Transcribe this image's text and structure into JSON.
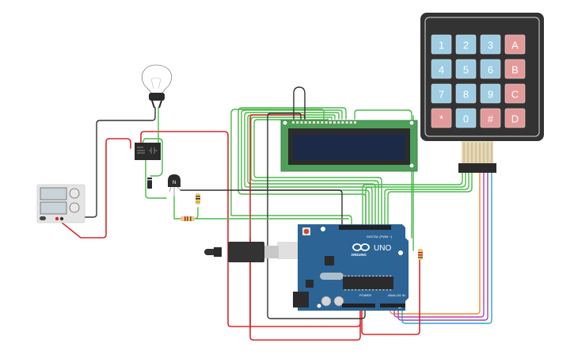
{
  "canvas": {
    "background": "#ffffff"
  },
  "components": {
    "keypad": {
      "type": "4x4 membrane keypad",
      "keys": [
        [
          "1",
          "2",
          "3",
          "A"
        ],
        [
          "4",
          "5",
          "6",
          "B"
        ],
        [
          "7",
          "8",
          "9",
          "C"
        ],
        [
          "*",
          "0",
          "#",
          "D"
        ]
      ],
      "colors": {
        "body": "#333333",
        "digit_key": "#9fcde3",
        "letter_key": "#e39a9a"
      }
    },
    "lcd": {
      "type": "16x2 LCD",
      "pins": 16,
      "colors": {
        "board": "#4f9e5a",
        "screen": "#1c2a48",
        "bezel": "#2c2c2c"
      }
    },
    "arduino": {
      "type": "Arduino UNO",
      "logo_text": "UNO",
      "brand_text": "ARDUINO",
      "digital_label": "DIGITAL (PWM ~)",
      "power_label": "POWER",
      "analog_label": "ANALOG IN",
      "colors": {
        "board": "#2c6496"
      }
    },
    "bulb": {
      "type": "light bulb"
    },
    "relay": {
      "type": "relay SPDT"
    },
    "diode": {
      "type": "diode"
    },
    "transistor": {
      "type": "NPN transistor",
      "label": "N"
    },
    "resistors": {
      "count": 3
    },
    "power_supply": {
      "type": "DC power supply"
    },
    "usb_cable": {
      "type": "USB cable"
    }
  },
  "wire_colors": {
    "green": "#4cb84a",
    "red": "#d9282b",
    "black": "#333333",
    "orange": "#f08a24",
    "magenta": "#c23aa8",
    "purple": "#8e4bb5",
    "blue": "#2aa3d8"
  }
}
